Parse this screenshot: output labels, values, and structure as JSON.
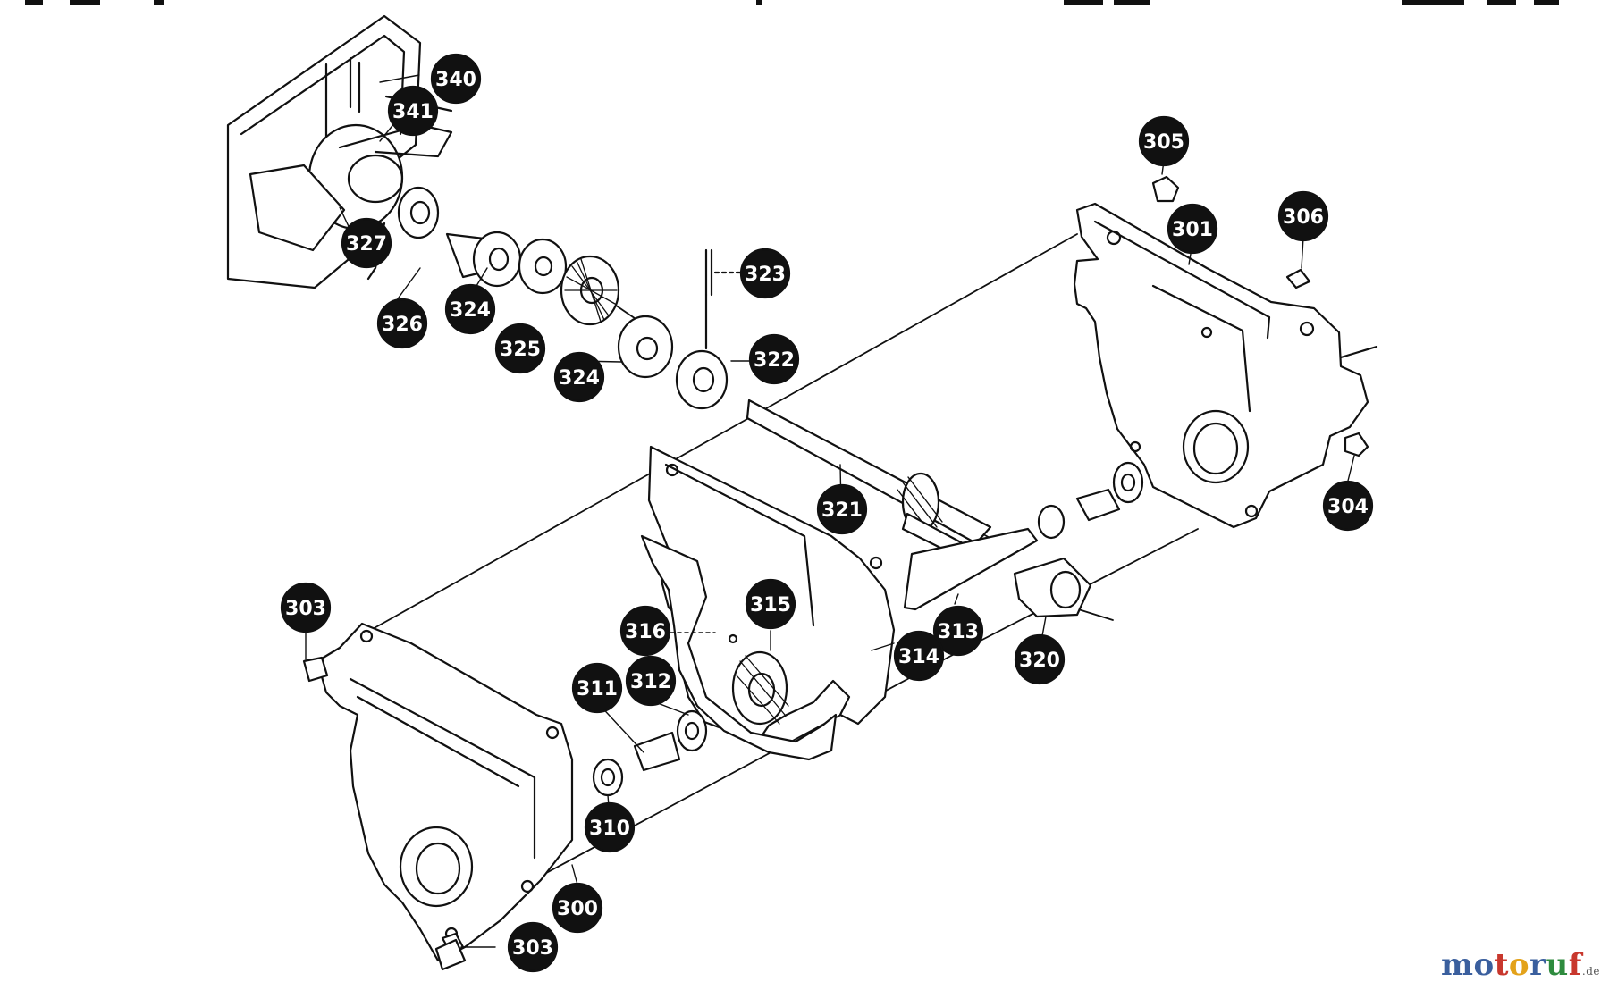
{
  "watermark": {
    "parts": [
      {
        "text": "m",
        "color": "#3a5f9e"
      },
      {
        "text": "o",
        "color": "#3a5f9e"
      },
      {
        "text": "t",
        "color": "#c8372d"
      },
      {
        "text": "o",
        "color": "#e3a21a"
      },
      {
        "text": "r",
        "color": "#3a5f9e"
      },
      {
        "text": "u",
        "color": "#2e8b3e"
      },
      {
        "text": "f",
        "color": "#c8372d"
      }
    ],
    "suffix": ".de"
  },
  "callouts": [
    {
      "id": "c340",
      "label": "340"
    },
    {
      "id": "c341",
      "label": "341"
    },
    {
      "id": "c327",
      "label": "327"
    },
    {
      "id": "c326",
      "label": "326"
    },
    {
      "id": "c324a",
      "label": "324"
    },
    {
      "id": "c325",
      "label": "325"
    },
    {
      "id": "c324b",
      "label": "324"
    },
    {
      "id": "c323",
      "label": "323"
    },
    {
      "id": "c322",
      "label": "322"
    },
    {
      "id": "c305",
      "label": "305"
    },
    {
      "id": "c301",
      "label": "301"
    },
    {
      "id": "c306",
      "label": "306"
    },
    {
      "id": "c304",
      "label": "304"
    },
    {
      "id": "c321",
      "label": "321"
    },
    {
      "id": "c303a",
      "label": "303"
    },
    {
      "id": "c316",
      "label": "316"
    },
    {
      "id": "c315",
      "label": "315"
    },
    {
      "id": "c313",
      "label": "313"
    },
    {
      "id": "c314",
      "label": "314"
    },
    {
      "id": "c320",
      "label": "320"
    },
    {
      "id": "c311",
      "label": "311"
    },
    {
      "id": "c312",
      "label": "312"
    },
    {
      "id": "c310",
      "label": "310"
    },
    {
      "id": "c300",
      "label": "300"
    },
    {
      "id": "c303b",
      "label": "303"
    }
  ]
}
